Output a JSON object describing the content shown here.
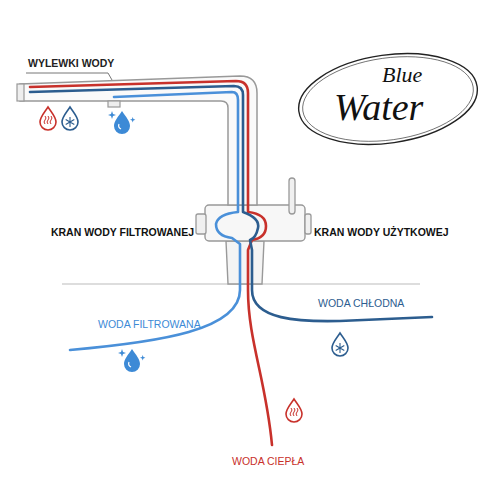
{
  "diagram": {
    "labels": [
      "WYLEWKI WODY",
      "Blue",
      "Water",
      "KRAN WODY FILTROWANEJ",
      "KRAN WODY UŻYTKOWEJ",
      "WODA FILTROWANA",
      "WODA CHŁODNA",
      "WODA CIEPŁA"
    ]
  }
}
